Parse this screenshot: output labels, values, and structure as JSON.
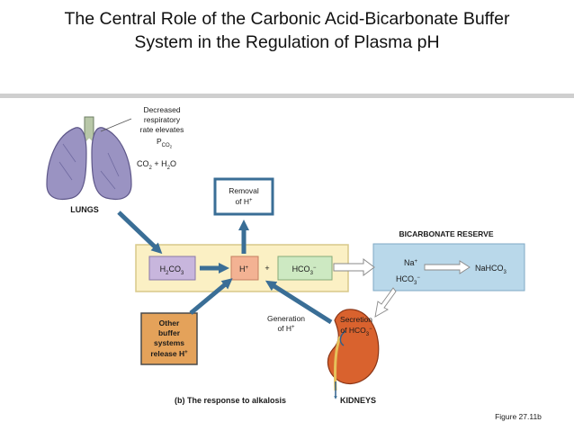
{
  "title": {
    "line1": "The Central Role of the Carbonic Acid-Bicarbonate Buffer",
    "line2": "System in the Regulation of Plasma pH"
  },
  "lungs": {
    "label": "LUNGS",
    "note_line1": "Decreased",
    "note_line2": "respiratory",
    "note_line3": "rate elevates",
    "pco2_main": "P",
    "pco2_sub": "CO",
    "pco2_sub2": "2",
    "equation_co2": "CO",
    "equation_co2_sub": "2",
    "equation_rest": " + H",
    "equation_h2o_sub": "2",
    "equation_end": "O"
  },
  "removal": {
    "line1": "Removal",
    "line2": "of H",
    "sup": "+"
  },
  "buffer_box": {
    "h2co3": {
      "a": "H",
      "a_sub": "2",
      "b": "CO",
      "b_sub": "3"
    },
    "h_ion": {
      "text": "H",
      "sup": "+"
    },
    "plus": "+",
    "hco3": {
      "text": "HCO",
      "sub": "3",
      "sup": "−"
    }
  },
  "bicarbonate_reserve": {
    "label": "BICARBONATE RESERVE",
    "na": {
      "text": "Na",
      "sup": "+"
    },
    "hco3": {
      "text": "HCO",
      "sub": "3",
      "sup": "−"
    },
    "nahco3": {
      "text": "NaHCO",
      "sub": "3"
    }
  },
  "other_buffers": {
    "line1": "Other",
    "line2": "buffer",
    "line3": "systems",
    "line4": "release H",
    "sup": "+"
  },
  "generation": {
    "line1": "Generation",
    "line2": "of H",
    "sup": "+"
  },
  "kidneys": {
    "label": "KIDNEYS",
    "secretion_line1": "Secretion",
    "secretion_line2": "of HCO",
    "secretion_sub": "3",
    "secretion_sup": "−"
  },
  "caption": "(b) The response to alkalosis",
  "figure_ref": "Figure 27.11b",
  "colors": {
    "buffer_box_fill": "#fbf0c4",
    "buffer_box_stroke": "#d8c98a",
    "h2co3_fill": "#c8b6dd",
    "h_ion_fill": "#f3b293",
    "hco3_fill": "#cde9c2",
    "reserve_fill": "#b9d8ea",
    "other_buffers_fill": "#e4a25a",
    "arrow_blue": "#3a6e96",
    "lung_fill": "#9a93c2",
    "kidney_fill": "#d9622e"
  }
}
